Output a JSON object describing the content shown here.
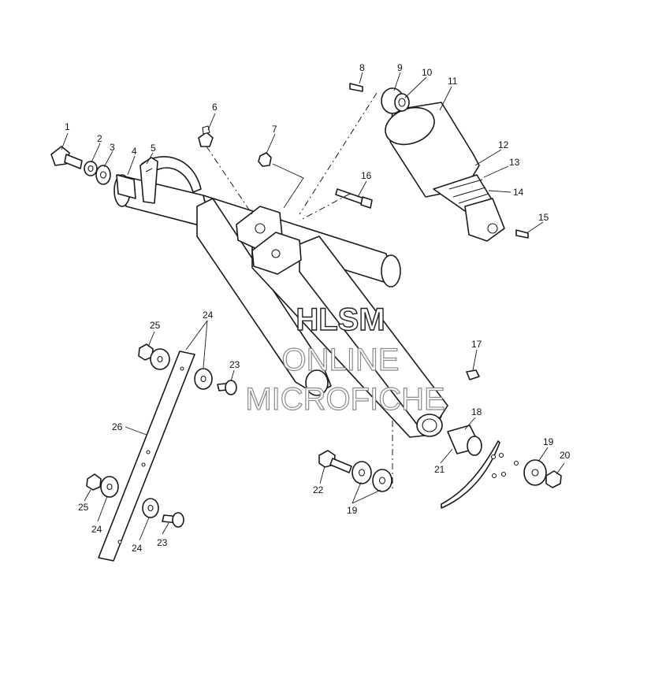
{
  "watermark": {
    "line1": "HLSM",
    "line2": "ONLINE",
    "line3": "MICROFICHE"
  },
  "callouts": [
    "1",
    "2",
    "3",
    "4",
    "5",
    "6",
    "7",
    "8",
    "9",
    "10",
    "11",
    "12",
    "13",
    "14",
    "15",
    "16",
    "17",
    "18",
    "19",
    "20",
    "21",
    "22",
    "23",
    "24",
    "25",
    "26"
  ],
  "colors": {
    "ink": "#1a1a1a",
    "paper": "#ffffff",
    "watermark_outline": "#8a8a8a"
  }
}
